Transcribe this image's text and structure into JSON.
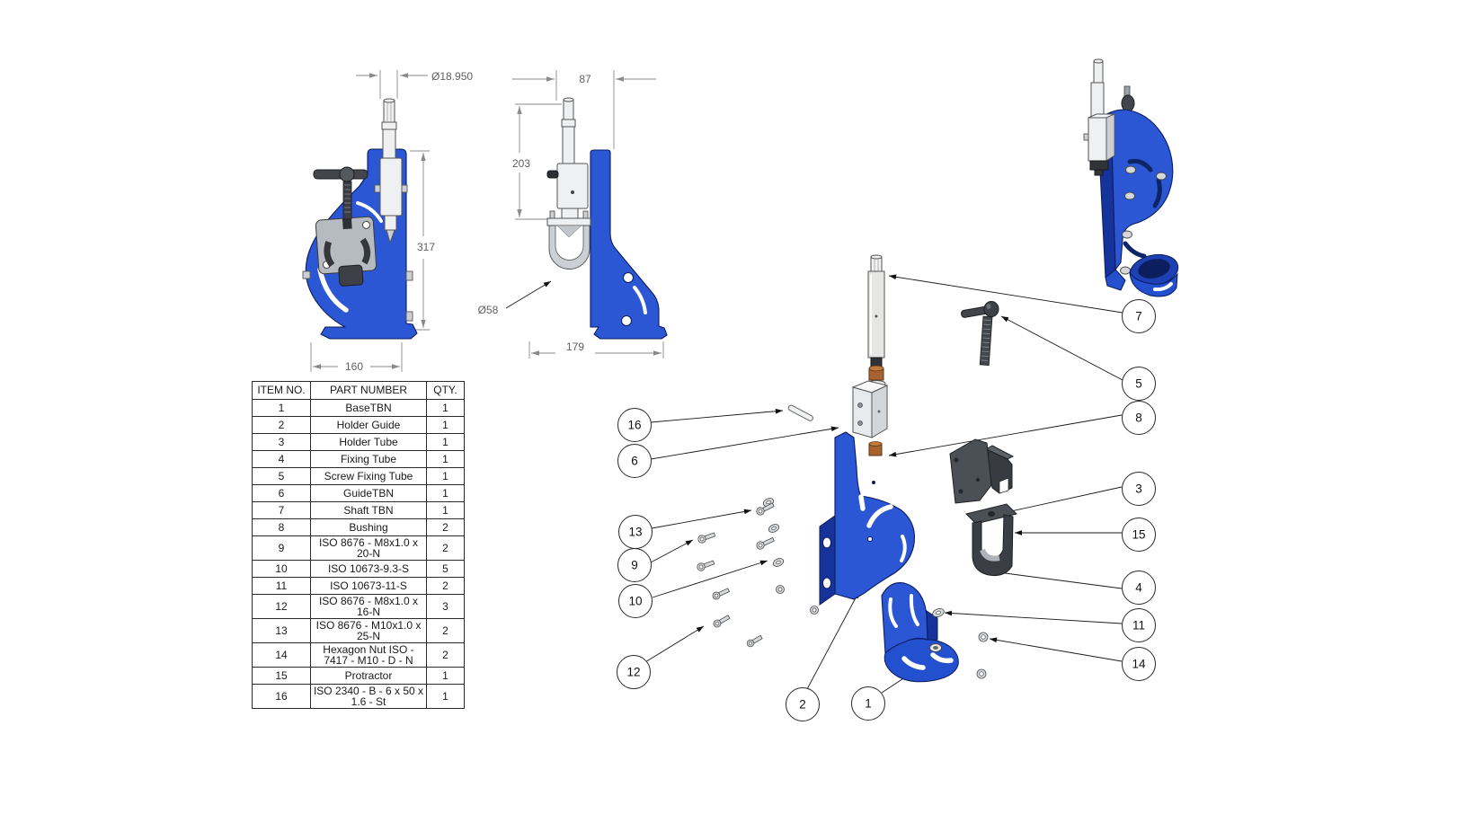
{
  "bom": {
    "headers": {
      "item_no": "ITEM NO.",
      "part_number": "PART NUMBER",
      "qty": "QTY."
    },
    "rows": [
      {
        "item_no": "1",
        "part_number": "BaseTBN",
        "qty": "1"
      },
      {
        "item_no": "2",
        "part_number": "Holder Guide",
        "qty": "1"
      },
      {
        "item_no": "3",
        "part_number": "Holder Tube",
        "qty": "1"
      },
      {
        "item_no": "4",
        "part_number": "Fixing Tube",
        "qty": "1"
      },
      {
        "item_no": "5",
        "part_number": "Screw Fixing Tube",
        "qty": "1"
      },
      {
        "item_no": "6",
        "part_number": "GuideTBN",
        "qty": "1"
      },
      {
        "item_no": "7",
        "part_number": "Shaft TBN",
        "qty": "1"
      },
      {
        "item_no": "8",
        "part_number": "Bushing",
        "qty": "2"
      },
      {
        "item_no": "9",
        "part_number": "ISO 8676 - M8x1.0 x 20-N",
        "qty": "2"
      },
      {
        "item_no": "10",
        "part_number": "ISO 10673-9.3-S",
        "qty": "5"
      },
      {
        "item_no": "11",
        "part_number": "ISO 10673-11-S",
        "qty": "2"
      },
      {
        "item_no": "12",
        "part_number": "ISO 8676 - M8x1.0 x 16-N",
        "qty": "3"
      },
      {
        "item_no": "13",
        "part_number": "ISO 8676 - M10x1.0 x 25-N",
        "qty": "2"
      },
      {
        "item_no": "14",
        "part_number": "Hexagon Nut ISO - 7417 - M10 - D - N",
        "qty": "2"
      },
      {
        "item_no": "15",
        "part_number": "Protractor",
        "qty": "1"
      },
      {
        "item_no": "16",
        "part_number": "ISO 2340 - B - 6 x 50 x 1.6 - St",
        "qty": "1"
      }
    ]
  },
  "dimensions": {
    "front_shaft_diameter": "Ø18.950",
    "front_total_height": "317",
    "front_base_width": "160",
    "side_top_width": "87",
    "side_cylinder_height": "203",
    "side_tube_diameter": "Ø58",
    "side_base_width": "179"
  },
  "balloons": {
    "b1": "1",
    "b2": "2",
    "b3": "3",
    "b4": "4",
    "b5": "5",
    "b6": "6",
    "b7": "7",
    "b8": "8",
    "b9": "9",
    "b10": "10",
    "b11": "11",
    "b12": "12",
    "b13": "13",
    "b14": "14",
    "b15": "15",
    "b16": "16"
  },
  "colors": {
    "part_blue": "#2b57d5",
    "part_blue_dark": "#16339b",
    "part_blue_deep": "#0a1c5c",
    "steel_light": "#eef0f1",
    "steel_mid": "#ccd0d4",
    "dark_metal": "#42464c",
    "bushing_bronze": "#a8622f",
    "dimension_gray": "#8a8a8a",
    "leader_black": "#1a1a1a"
  }
}
